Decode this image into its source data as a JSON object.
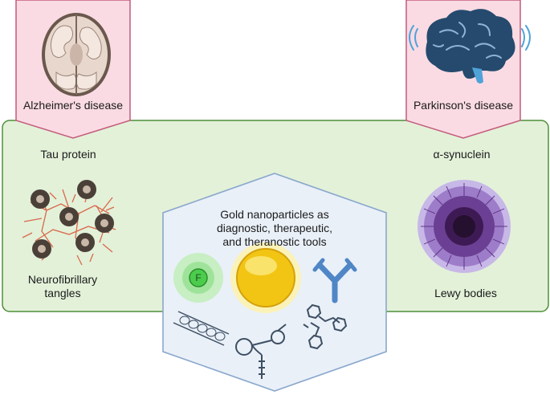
{
  "diseases": {
    "left": {
      "label": "Alzheimer's disease",
      "icon": "brain-section-icon"
    },
    "right": {
      "label": "Parkinson's disease",
      "icon": "brain-icon"
    }
  },
  "proteins": {
    "left": {
      "name": "Tau protein",
      "aggregate": "Neurofibrillary tangles"
    },
    "right": {
      "name": "α-synuclein",
      "aggregate": "Lewy bodies"
    }
  },
  "center": {
    "lines": [
      "Gold nanoparticles as",
      "diagnostic, therapeutic,",
      "and theranostic tools"
    ],
    "fluor_label": "F"
  },
  "colors": {
    "panel_fill": "#e3f1d9",
    "panel_border": "#4f8f3a",
    "banner_fill": "#fadbe3",
    "banner_border": "#c35b7c",
    "hex_fill": "#e9f0f8",
    "hex_border": "#8aa7cc",
    "gold": "#f2c515",
    "antibody": "#4f86c6"
  }
}
